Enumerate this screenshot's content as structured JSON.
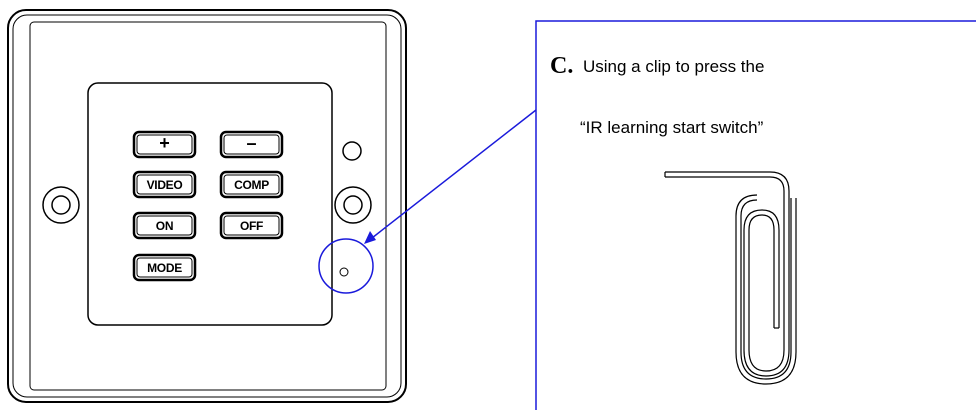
{
  "panel": {
    "buttons": [
      {
        "label": "+"
      },
      {
        "label": "–"
      },
      {
        "label": "VIDEO"
      },
      {
        "label": "COMP"
      },
      {
        "label": "ON"
      },
      {
        "label": "OFF"
      },
      {
        "label": "MODE"
      }
    ]
  },
  "callout": {
    "letter": "C.",
    "line1": "Using a clip to press the",
    "line2": "“IR learning start switch”",
    "color": "#1a1adb"
  }
}
